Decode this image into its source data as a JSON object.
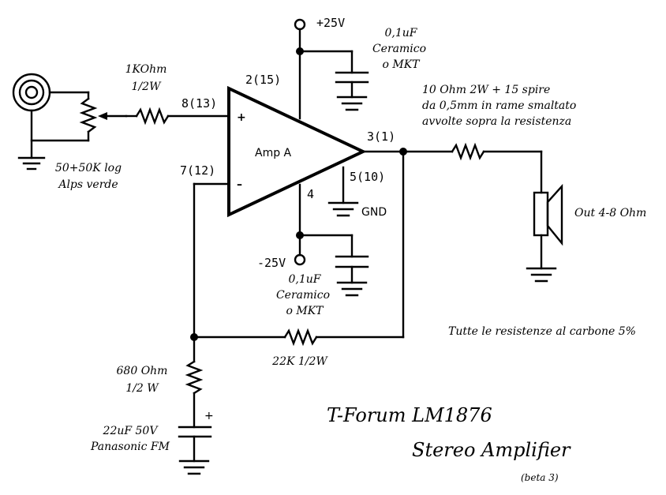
{
  "labels": {
    "vpos": "+25V",
    "vneg": "-25V",
    "cap_top_value": "0,1uF",
    "cap_top_type1": "Ceramico",
    "cap_top_type2": "o MKT",
    "cap_bot_value": "0,1uF",
    "cap_bot_type1": "Ceramico",
    "cap_bot_type2": "o MKT",
    "r_in_value": "1KOhm",
    "r_in_power": "1/2W",
    "pin_plus": "8(13)",
    "pin_minus": "7(12)",
    "pin_vpos": "2(15)",
    "pin_out": "3(1)",
    "pin_gnd": "5(10)",
    "pin_vneg": "4",
    "gnd": "GND",
    "amp": "Amp A",
    "plus_sign": "+",
    "minus_sign": "–",
    "pot_line1": "50+50K log",
    "pot_line2": "Alps verde",
    "coil_line1": "10 Ohm 2W + 15 spire",
    "coil_line2": "da 0,5mm in rame smaltato",
    "coil_line3": "avvolte sopra la resistenza",
    "speaker": "Out 4-8 Ohm",
    "note": "Tutte le resistenze al carbone 5%",
    "r_fb": "22K 1/2W",
    "r_gnd_value": "680 Ohm",
    "r_gnd_power": "1/2 W",
    "cap_elec_plus": "+",
    "cap_elec_value": "22uF 50V",
    "cap_elec_brand": "Panasonic FM",
    "title1": "T-Forum LM1876",
    "title2": "Stereo Amplifier",
    "version": "(beta 3)"
  }
}
